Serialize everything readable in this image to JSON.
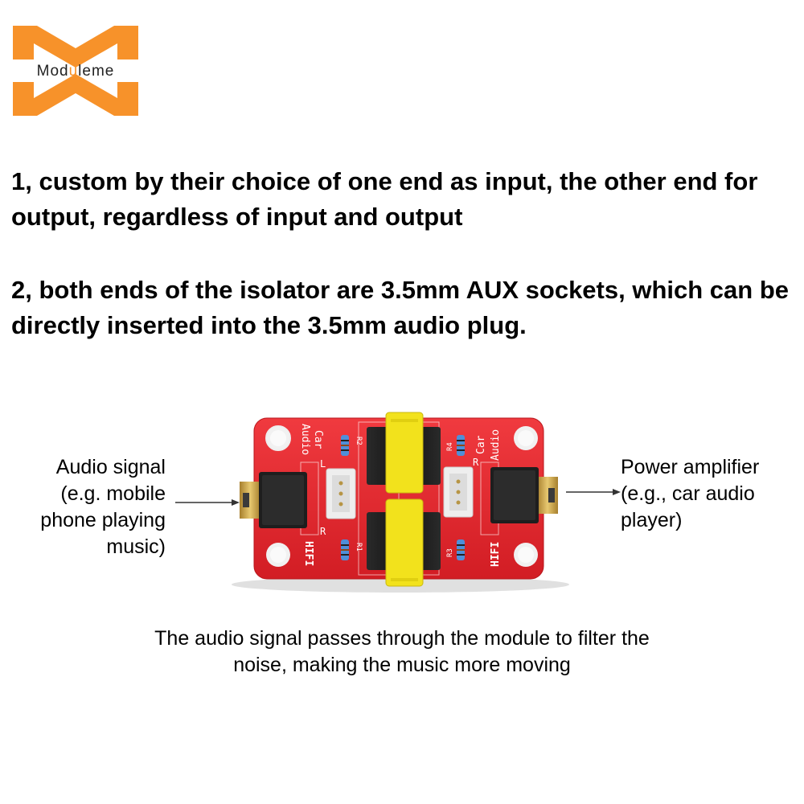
{
  "logo": {
    "text_before": "Mod",
    "text_highlight": "u",
    "text_after": "leme",
    "brand_color": "#f7922a"
  },
  "paragraphs": [
    "1, custom by their choice of one end as input, the other end for output, regardless of input and output",
    "2, both ends of the isolator are 3.5mm AUX sockets, which can be directly inserted into the 3.5mm audio plug."
  ],
  "left_label": [
    "Audio signal",
    "(e.g. mobile",
    "phone playing",
    "music)"
  ],
  "right_label": [
    "Power amplifier",
    "(e.g., car audio",
    "player)"
  ],
  "caption": [
    "The audio signal passes through the module to filter the",
    "noise, making the music more moving"
  ],
  "board": {
    "silkscreen": {
      "car": "Car",
      "audio": "Audio",
      "hifi": "HIFI",
      "l": "L",
      "r": "R",
      "r1": "R1",
      "r2": "R2",
      "r3": "R3",
      "r4": "R4"
    },
    "colors": {
      "pcb": "#e4252b",
      "transformer_core": "#161616",
      "transformer_tape": "#f2e21c",
      "connector": "#eeeeee",
      "jack_metal": "#c9a24a"
    }
  }
}
